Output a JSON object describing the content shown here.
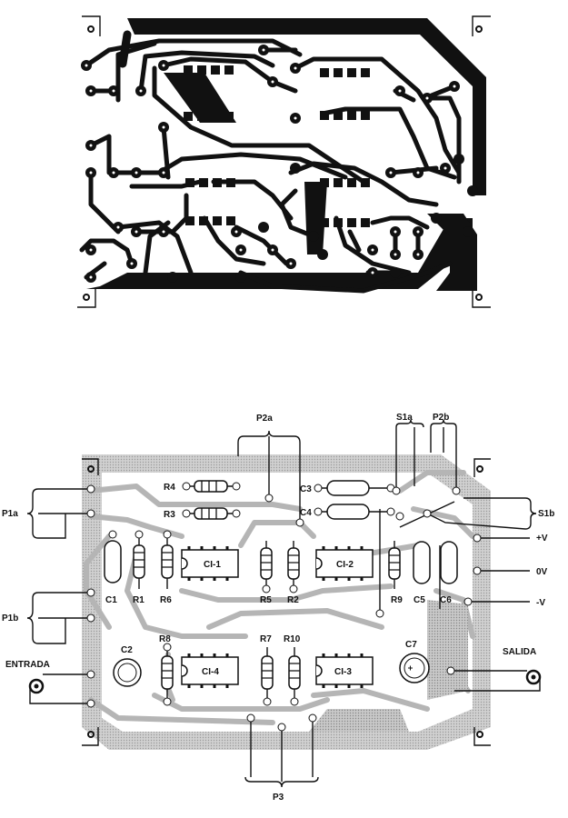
{
  "figure": {
    "colors": {
      "ink": "#111111",
      "copper_silk": "#b5b5b5",
      "background": "#ffffff"
    }
  },
  "assembly": {
    "pot_labels": {
      "p2a": "P2a",
      "p2b": "P2b",
      "p1a": "P1a",
      "p1b": "P1b",
      "p3": "P3"
    },
    "switch_labels": {
      "s1a": "S1a",
      "s1b": "S1b"
    },
    "resistor_labels": [
      "R4",
      "R3",
      "R1",
      "R6",
      "R5",
      "R2",
      "R9",
      "R8",
      "R7",
      "R10"
    ],
    "capacitor_labels": [
      "C3",
      "C4",
      "C1",
      "C5",
      "C6",
      "C2",
      "C7"
    ],
    "ic_labels": [
      "CI-1",
      "CI-2",
      "CI-4",
      "CI-3"
    ],
    "power_labels": {
      "positive": "+V",
      "zero": "0V",
      "negative": "-V"
    },
    "io_labels": {
      "input": "ENTRADA",
      "output": "SALIDA"
    }
  }
}
